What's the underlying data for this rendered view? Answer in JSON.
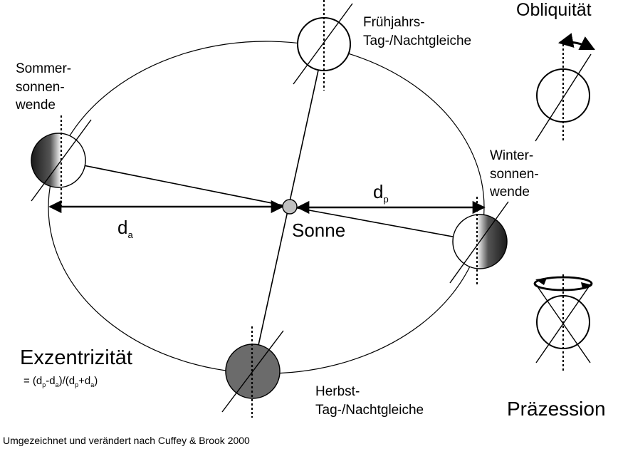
{
  "labels": {
    "fruehjahr_1": "Frühjahrs-",
    "fruehjahr_2": "Tag-/Nachtgleiche",
    "sommer_1": "Sommer-",
    "sommer_2": "sonnen-",
    "sommer_3": "wende",
    "winter_1": "Winter-",
    "winter_2": "sonnen-",
    "winter_3": "wende",
    "herbst_1": "Herbst-",
    "herbst_2": "Tag-/Nachtgleiche",
    "sonne": "Sonne",
    "obliquitaet": "Obliquität",
    "praezession": "Präzession",
    "exzentrizitaet": "Exzentrizität",
    "credit": "Umgezeichnet und verändert nach Cuffey & Brook 2000"
  },
  "distances": {
    "da_main": "d",
    "da_sub": "a",
    "dp_main": "d",
    "dp_sub": "p"
  },
  "formula": {
    "f1": "= (d",
    "f2": "p",
    "f3": "-d",
    "f4": "a",
    "f5": ")/(d",
    "f6": "p",
    "f7": "+d",
    "f8": "a",
    "f9": ")"
  },
  "colors": {
    "ink": "#000000",
    "sun": "#c0c0c0",
    "autumn_planet": "#6b6b6b"
  }
}
